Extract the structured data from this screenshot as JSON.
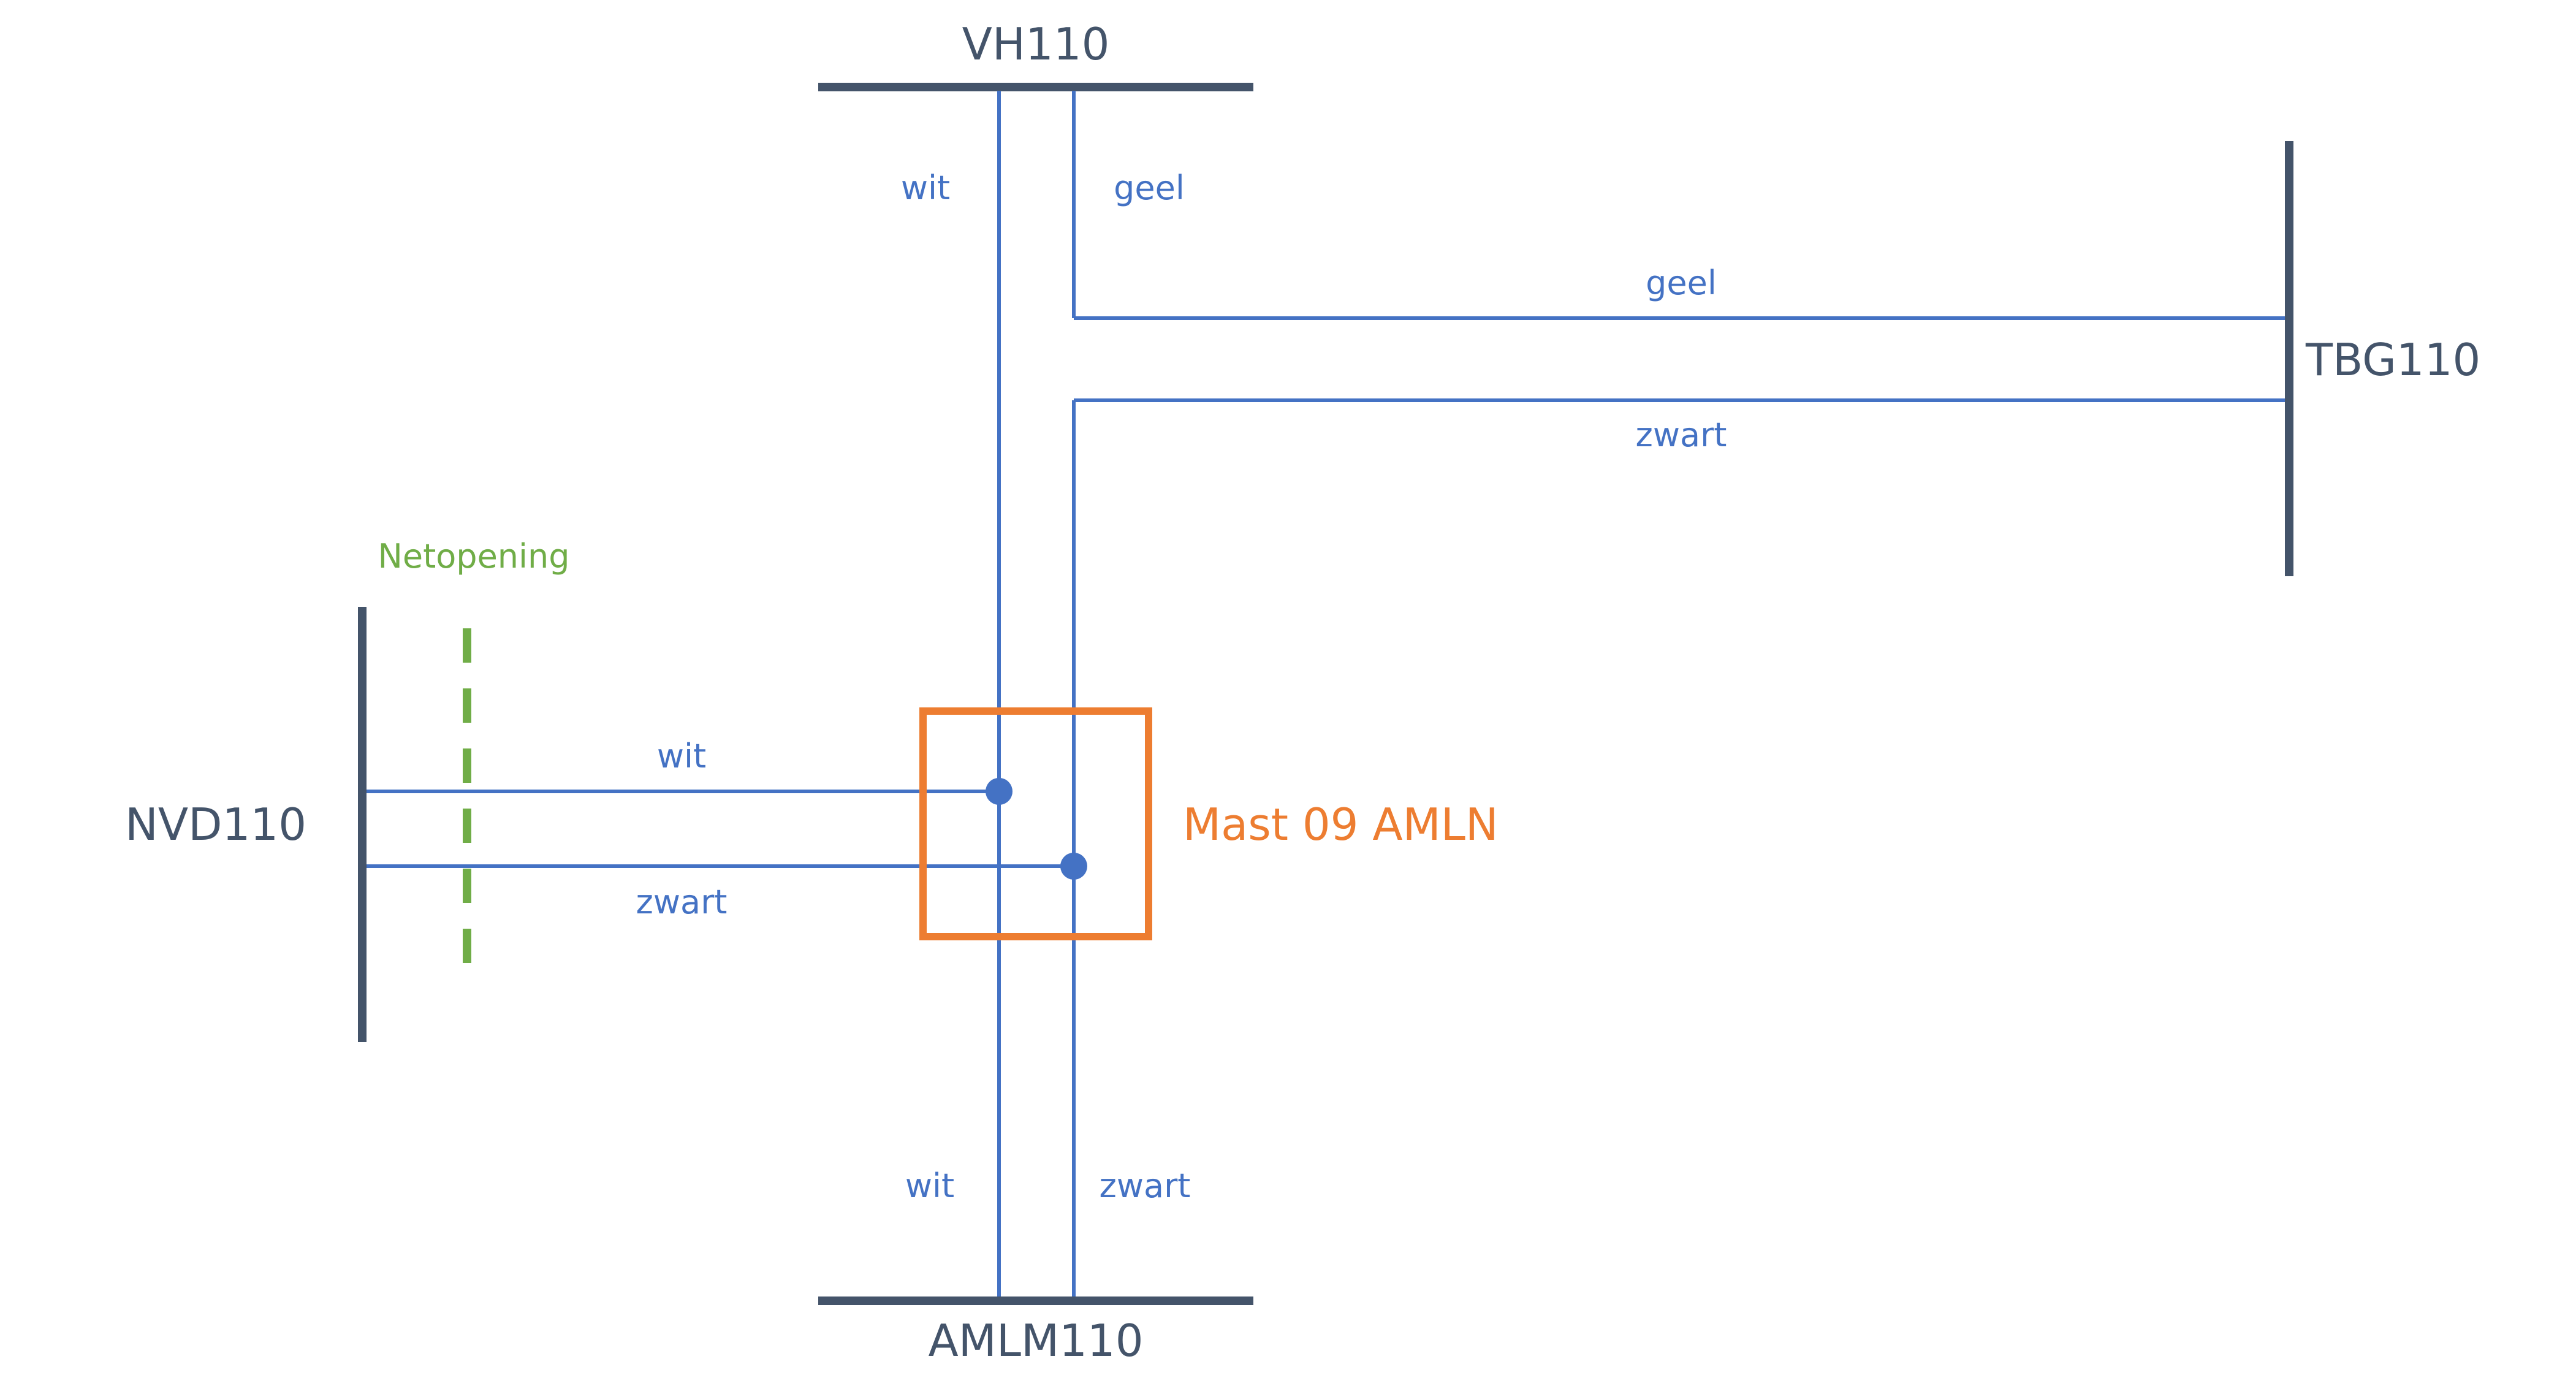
{
  "colors": {
    "bus": "#44546a",
    "wire": "#4472c4",
    "mast": "#ed7d31",
    "opening": "#70ad47"
  },
  "buses": {
    "vh": "VH110",
    "tbg": "TBG110",
    "nvd": "NVD110",
    "amlm": "AMLM110"
  },
  "wires": {
    "vh_left": "wit",
    "vh_right": "geel",
    "tbg_top": "geel",
    "tbg_bottom": "zwart",
    "nvd_top": "wit",
    "nvd_bottom": "zwart",
    "amlm_left": "wit",
    "amlm_right": "zwart"
  },
  "mast": {
    "label": "Mast 09 AMLN"
  },
  "opening": {
    "label": "Netopening"
  }
}
